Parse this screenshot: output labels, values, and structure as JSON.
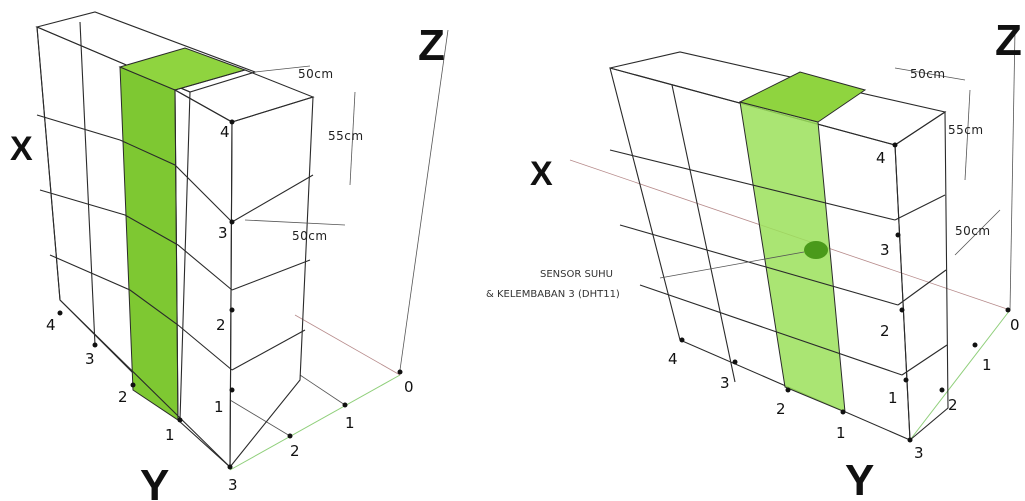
{
  "left_diagram": {
    "axes": {
      "x": "X",
      "y": "Y",
      "z": "Z"
    },
    "dimensions": {
      "top_width": "50cm",
      "height": "55cm",
      "depth": "50cm"
    },
    "level_labels": [
      "1",
      "2",
      "3",
      "4"
    ],
    "x_labels": [
      "1",
      "2",
      "3",
      "4"
    ],
    "y_labels": [
      "1",
      "2",
      "3"
    ],
    "origin": "0",
    "colors": {
      "highlight": "#7ec832",
      "highlight_dark": "#5fa820",
      "box_face": "#d9d9d9",
      "box_side": "#bdbdbd"
    }
  },
  "right_diagram": {
    "axes": {
      "x": "X",
      "y": "Y",
      "z": "Z"
    },
    "dimensions": {
      "top_width": "50cm",
      "height": "55cm",
      "depth": "50cm"
    },
    "sensor_label_line1": "SENSOR SUHU",
    "sensor_label_line2": "& KELEMBABAN 3 (DHT11)",
    "level_labels": [
      "1",
      "2",
      "3",
      "4"
    ],
    "x_labels": [
      "1",
      "2",
      "3",
      "4"
    ],
    "y_labels": [
      "1",
      "2",
      "3"
    ],
    "origin": "0",
    "colors": {
      "highlight": "#9be05a",
      "highlight_dark": "#6bbf2a",
      "sensor": "#4a9a1a"
    }
  }
}
